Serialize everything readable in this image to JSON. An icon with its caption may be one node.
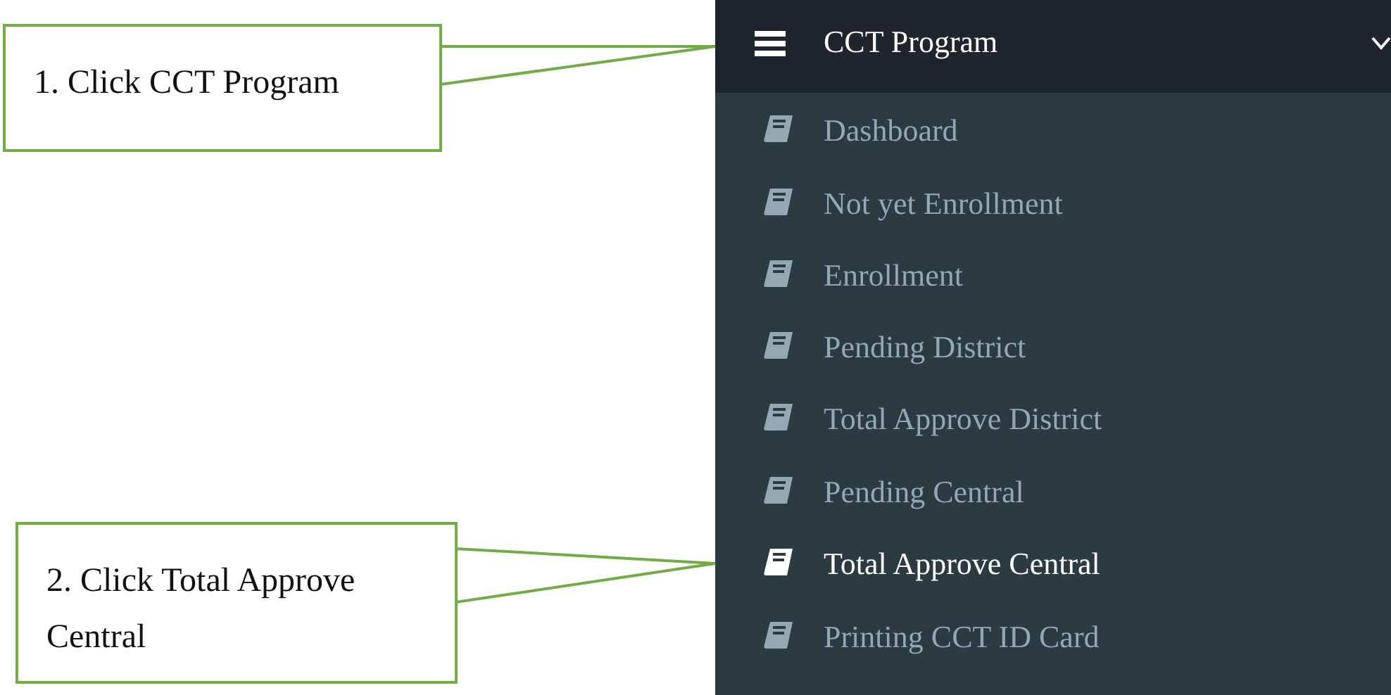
{
  "diagram": {
    "nodes": [
      {
        "text": [
          "1. Click CCT Program"
        ]
      },
      {
        "text": [
          "CCT Program"
        ]
      },
      {
        "text": [
          "Dashboard"
        ]
      },
      {
        "text": [
          "Not yet Enrollment"
        ]
      },
      {
        "text": [
          "Enrollment"
        ]
      },
      {
        "text": [
          "Pending District"
        ]
      },
      {
        "text": [
          "Total Approve District"
        ]
      },
      {
        "text": [
          "Pending Central"
        ]
      },
      {
        "text": [
          "2. Click Total Approve Central"
        ]
      },
      {
        "text": [
          "Total Approve Central"
        ]
      },
      {
        "text": [
          "Printing CCT ID Card"
        ]
      }
    ],
    "edges": [
      {
        "from": 0,
        "to": 1,
        "arrow": "none"
      },
      {
        "from": 8,
        "to": 9,
        "arrow": "none"
      }
    ]
  }
}
